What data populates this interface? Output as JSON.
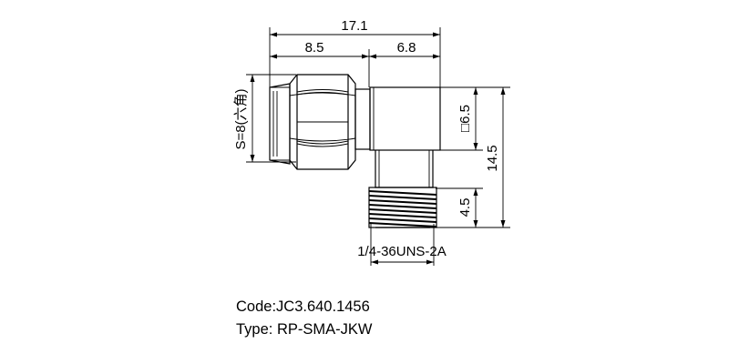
{
  "dimensions": {
    "overall_length": "17.1",
    "left_length": "8.5",
    "right_length": "6.8",
    "square_size": "□6.5",
    "overall_height": "14.5",
    "thread_length": "4.5",
    "hex_size": "S=8(六角)",
    "thread_spec": "1/4-36UNS-2A"
  },
  "product": {
    "code_label": "Code:",
    "code_value": "JC3.640.1456",
    "type_label": "Type: ",
    "type_value": "RP-SMA-JKW"
  }
}
